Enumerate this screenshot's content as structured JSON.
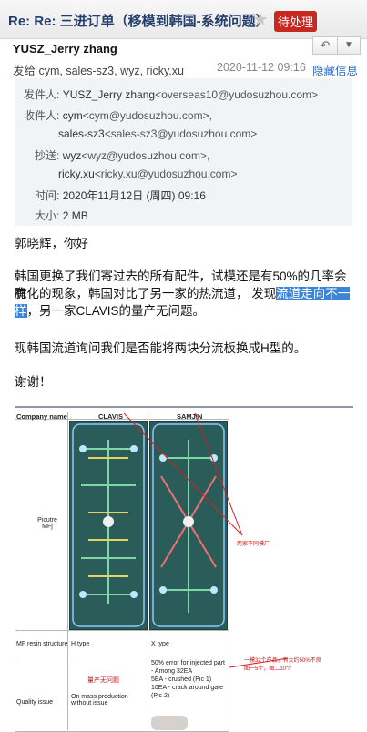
{
  "title": "Re: Re: 三进订单（移模到韩国-系统问题）",
  "badge": "待处理",
  "sender": "YUSZ_Jerry zhang",
  "sendto": "发给 cym, sales-sz3, wyz, ricky.xu",
  "datetime": "2020-11-12 09:16",
  "hide_details": "隐藏信息",
  "details": {
    "from_label": "发件人:",
    "from_name": "YUSZ_Jerry zhang",
    "from_addr": "<overseas10@yudosuzhou.com>",
    "to_label": "收件人:",
    "to_1_name": "cym",
    "to_1_addr": "<cym@yudosuzhou.com>,",
    "to_2_name": "sales-sz3",
    "to_2_addr": "<sales-sz3@yudosuzhou.com>",
    "cc_label": "抄送:",
    "cc_1_name": "wyz",
    "cc_1_addr": "<wyz@yudosuzhou.com>,",
    "cc_2_name": "ricky.xu",
    "cc_2_addr": "<ricky.xu@yudosuzhou.com>",
    "time_label": "时间:",
    "time_value": "2020年11月12日 (周四) 09:16",
    "size_label": "大小:",
    "size_value": "2 MB"
  },
  "body": {
    "greeting": "郭晓辉，你好",
    "p1_a": "韩国更换了我们寄过去的所有配件，试模还是有50%的几率会有",
    "p1_b": "脆化的现象，韩国对比了另一家的热流道，  发现",
    "p1_sel1": "流道走向不一",
    "p1_sel2": "样",
    "p1_c": "，另一家CLAVIS的量产无问题。",
    "p2": "现韩国流道询问我们是否能将两块分流板换成H型的。",
    "thanks": "谢谢！"
  },
  "sheet": {
    "h_company": "Company name",
    "h_clavis": "CLAVIS",
    "h_samjin": "SAMJIN",
    "r1_label": "Picutre\nMFj",
    "r2_label": "MF resin structure",
    "r2_clavis": "H type",
    "r2_samjin": "X type",
    "r3_label": "Quality issue",
    "r3_red": "量产无问题",
    "r3_clavis": "On mass production without issue",
    "r3_samjin": "50% error for injected part - Among 32EA\n5EA - crushed (Pic 1)\n10EA - crack around gate (Pic 2)",
    "note1": "两家不同模厂",
    "note2": "一模32个产品，有大约50%不良\n图一5个，图二10个"
  }
}
